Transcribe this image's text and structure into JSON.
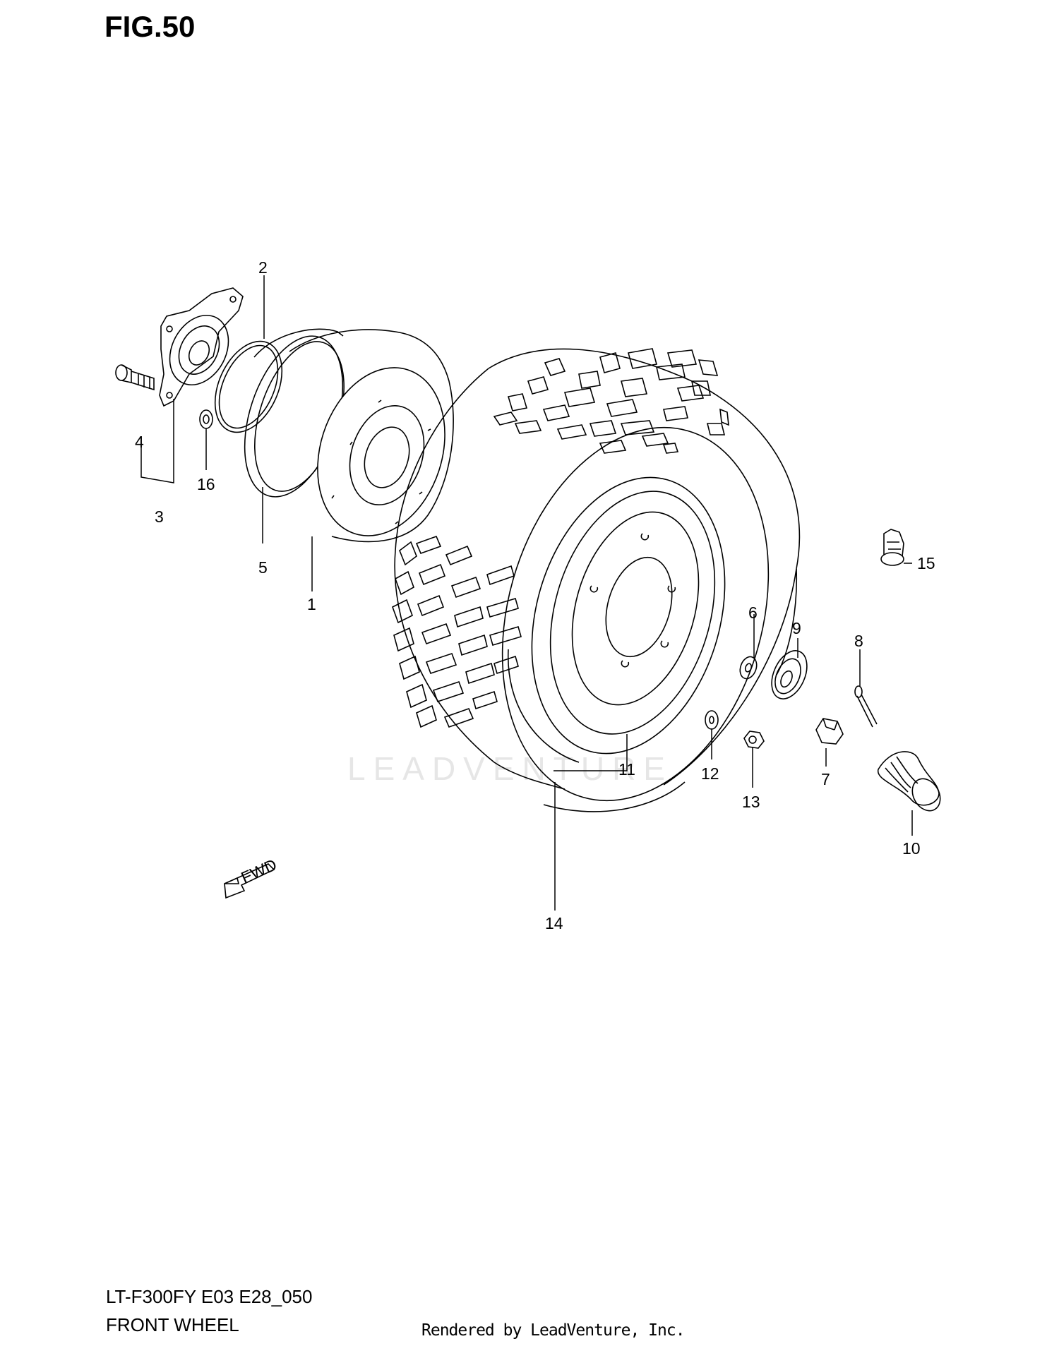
{
  "figure_title": "FIG.50",
  "model_code": "LT-F300FY E03 E28_050",
  "section_name": "FRONT WHEEL",
  "rendered_by": "Rendered by LeadVenture, Inc.",
  "watermark": "LEADVENTURE",
  "direction_arrow": "FWD",
  "callouts": {
    "c1": "1",
    "c2": "2",
    "c3": "3",
    "c4": "4",
    "c5": "5",
    "c6": "6",
    "c7": "7",
    "c8": "8",
    "c9": "9",
    "c10": "10",
    "c11": "11",
    "c12": "12",
    "c13": "13",
    "c14": "14",
    "c15": "15",
    "c16": "16"
  }
}
